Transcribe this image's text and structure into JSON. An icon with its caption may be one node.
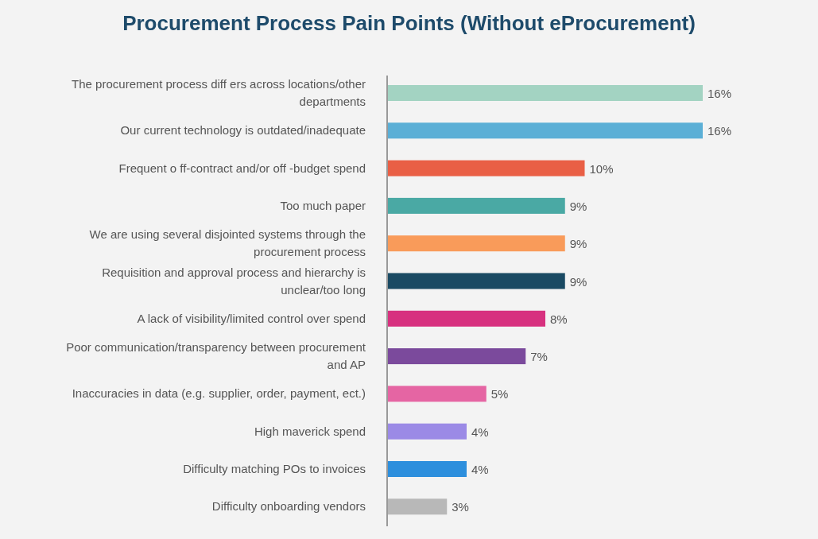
{
  "diagram": {
    "title": "Procurement Process Pain Points (Without eProcurement)",
    "chart_data": {
      "type": "bar",
      "orientation": "horizontal",
      "data_labels": true,
      "categories": [
        "The procurement process diff ers across locations/other departments",
        "Our current technology is outdated/inadequate",
        "Frequent o ff-contract and/or off -budget spend",
        "Too much paper",
        "We are using several disjointed systems through the procurement process",
        "Requisition and approval process and hierarchy is unclear/too long",
        "A lack of visibility/limited control over spend",
        "Poor communication/transparency between procurement and AP",
        "Inaccuracies in data (e.g. supplier, order, payment, ect.)",
        "High maverick spend",
        "Difficulty matching POs to invoices",
        "Difficulty onboarding vendors"
      ],
      "values": [
        16,
        16,
        10,
        9,
        9,
        9,
        8,
        7,
        5,
        4,
        4,
        3
      ],
      "value_labels": [
        "16%",
        "16%",
        "10%",
        "9%",
        "9%",
        "9%",
        "8%",
        "7%",
        "5%",
        "4%",
        "4%",
        "3%"
      ]
    }
  }
}
